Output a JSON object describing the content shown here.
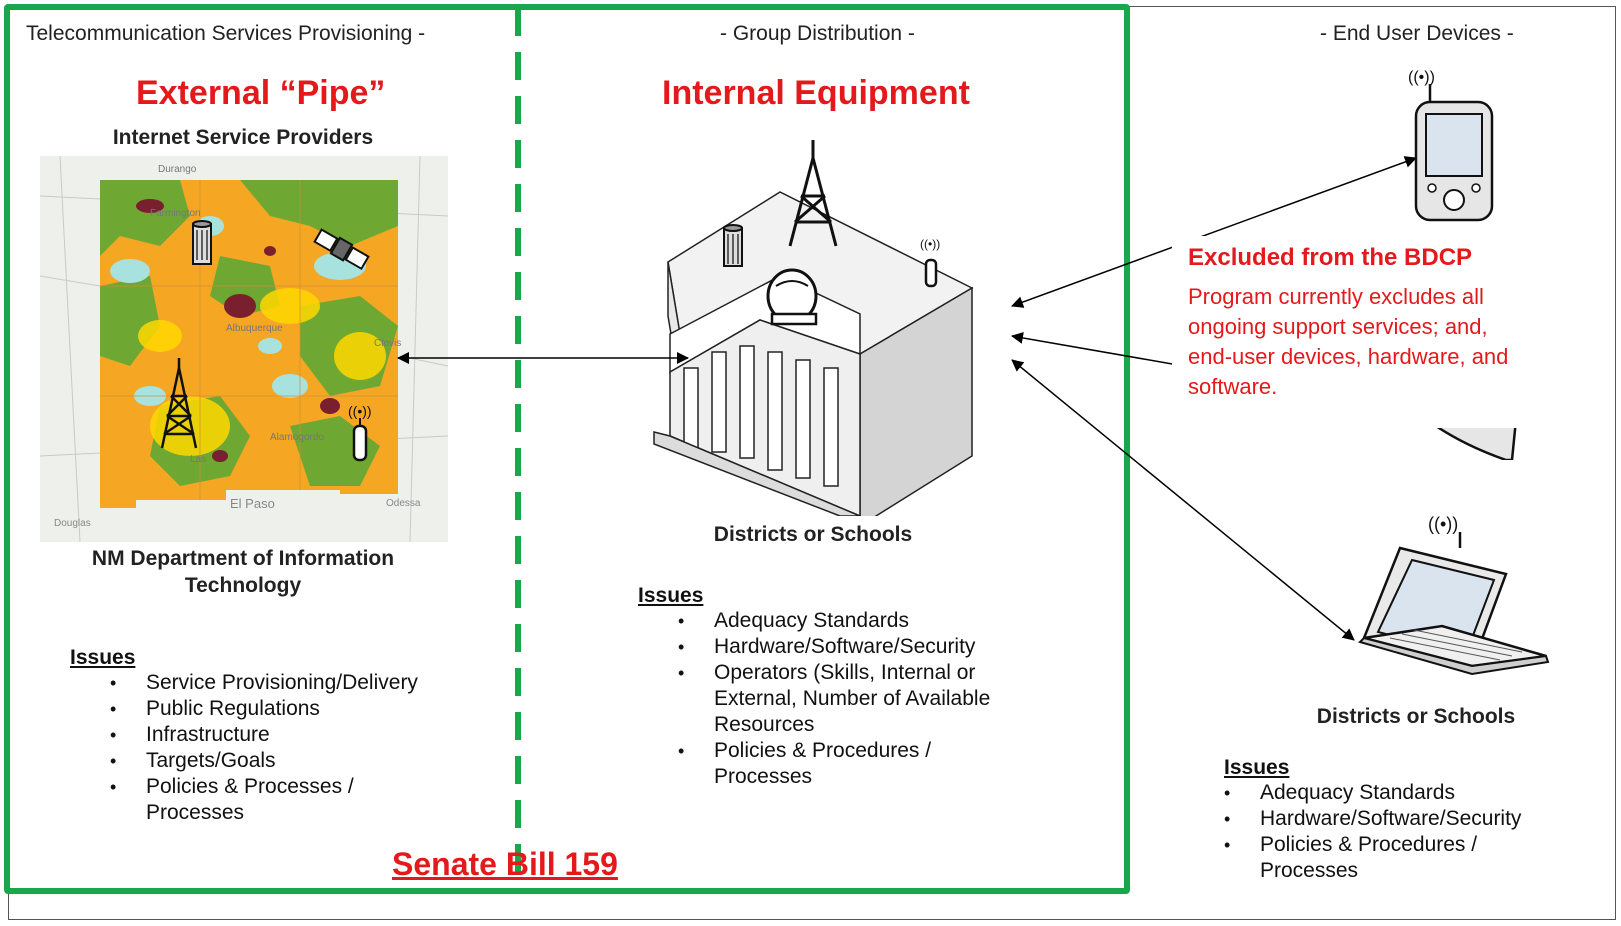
{
  "sections": {
    "left": {
      "header": "Telecommunication Services Provisioning -",
      "title": "External “Pipe”",
      "subtitle": "Internet Service Providers",
      "caption": "NM Department of Information Technology",
      "issues_title": "Issues",
      "issues": [
        "Service Provisioning/Delivery",
        "Public Regulations",
        "Infrastructure",
        "Targets/Goals",
        "Policies & Processes / Processes"
      ],
      "map_labels": {
        "durango": "Durango",
        "farmington": "Farmington",
        "albuquerque": "Albuquerque",
        "alamogordo": "Alamogordo",
        "el_paso": "El Paso",
        "odessa": "Odessa",
        "douglas": "Douglas",
        "las_cruces": "Las",
        "clovis": "Clovis"
      }
    },
    "middle": {
      "header": "- Group Distribution -",
      "title": "Internal Equipment",
      "caption": "Districts or Schools",
      "issues_title": "Issues",
      "issues": [
        "Adequacy Standards",
        "Hardware/Software/Security",
        "Operators (Skills, Internal or External, Number of Available Resources",
        "Policies & Procedures / Processes"
      ]
    },
    "right": {
      "header": "- End User Devices -",
      "excluded_title": "Excluded from the BDCP",
      "excluded_text": "Program currently excludes all ongoing support services; and, end-user devices, hardware, and software.",
      "caption": "Districts or Schools",
      "issues_title": "Issues",
      "issues": [
        "Adequacy Standards",
        "Hardware/Software/Security",
        "Policies & Procedures / Processes"
      ]
    }
  },
  "footer": {
    "bill": "Senate Bill 159"
  },
  "icons": {
    "map": "new-mexico-broadband-map",
    "building": "school-building-icon",
    "tower": "cell-tower-icon",
    "satellite": "satellite-icon",
    "dish": "satellite-dish-icon",
    "antenna": "wireless-antenna-icon",
    "server": "server-cylinder-icon",
    "tablet": "tablet-icon",
    "laptop": "laptop-icon"
  },
  "colors": {
    "green_border": "#16a84a",
    "red_text": "#e3191b"
  }
}
